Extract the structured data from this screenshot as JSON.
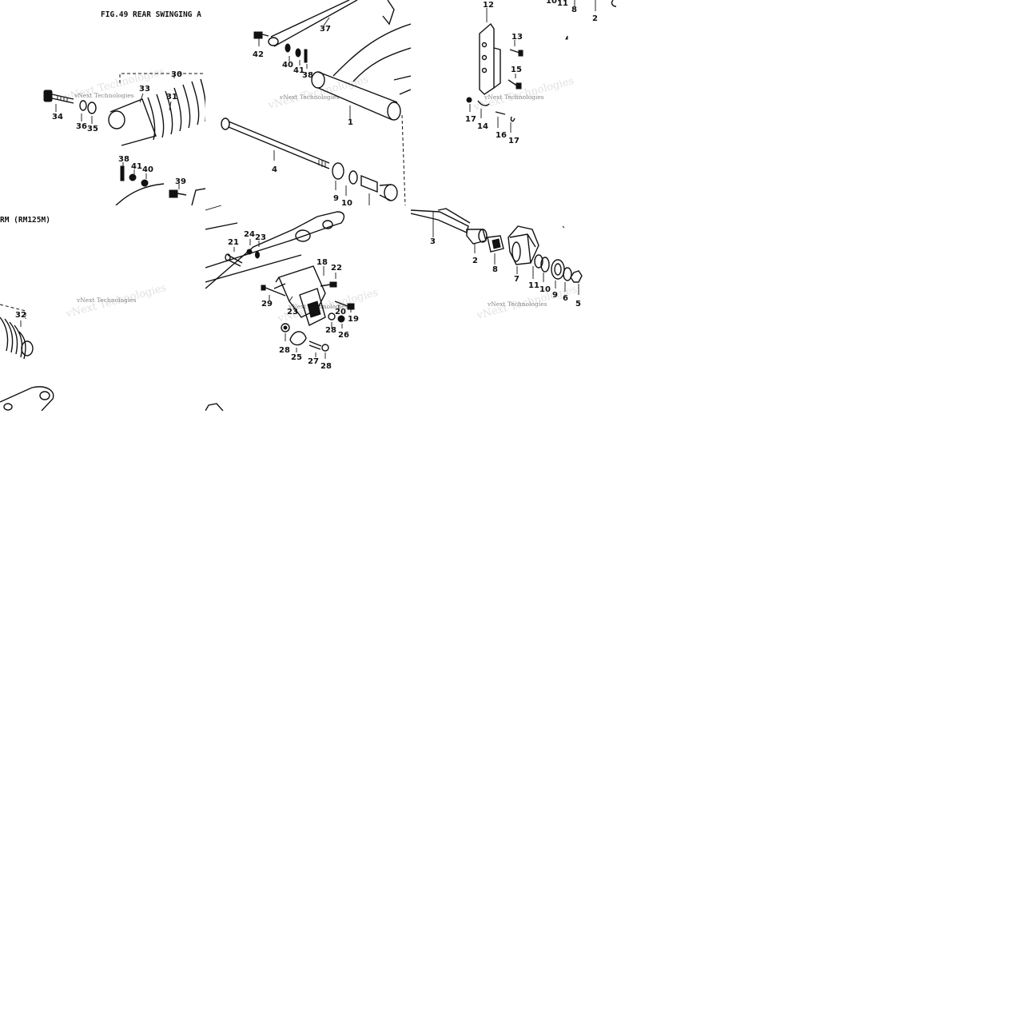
{
  "figure": {
    "title_part1": "FIG.49  REAR SWINGING A",
    "title_part2": "RM (RM125M)"
  },
  "watermark": "vNext Technologies",
  "callouts": {
    "t1": [
      "30",
      "33",
      "31",
      "34",
      "36",
      "35",
      "38",
      "41",
      "40",
      "39"
    ],
    "t2": [
      "37",
      "42",
      "40",
      "41",
      "38",
      "1",
      "4",
      "9",
      "10"
    ],
    "t3": [
      "10",
      "11",
      "8",
      "2",
      "12",
      "13",
      "15",
      "17",
      "14",
      "16",
      "17"
    ],
    "t4": [
      "32"
    ],
    "t5": [
      "21",
      "24",
      "23",
      "18",
      "22",
      "29",
      "23",
      "20",
      "19",
      "28",
      "26",
      "28",
      "25",
      "27",
      "28"
    ],
    "t6": [
      "3",
      "2",
      "8",
      "7",
      "11",
      "10",
      "9",
      "6",
      "5"
    ]
  }
}
